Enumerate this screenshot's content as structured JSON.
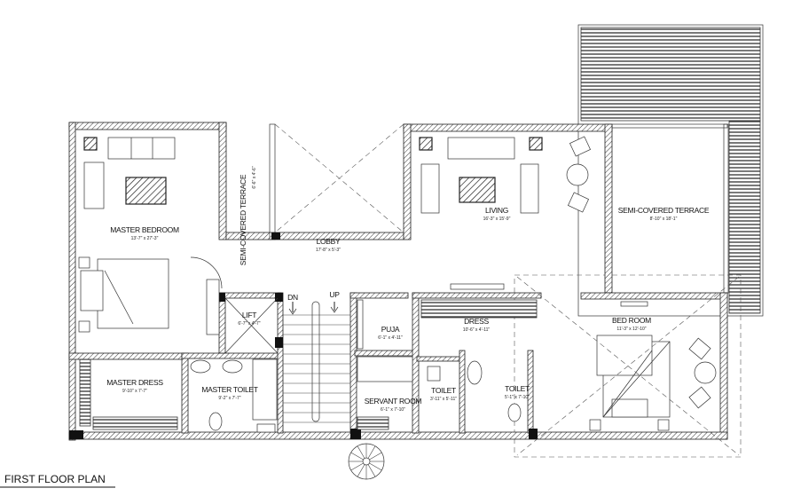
{
  "drawing": {
    "title": "FIRST FLOOR PLAN",
    "rooms": [
      {
        "name": "MASTER BEDROOM",
        "dim": "13'-7\" x 27'-3\""
      },
      {
        "name": "SEMI-COVERED TERRACE",
        "dim": "6'-6\" x 4'-6\""
      },
      {
        "name": "LOBBY",
        "dim": "17'-8\" x 5'-3\""
      },
      {
        "name": "LIVING",
        "dim": "16'-3\" x 15'-9\""
      },
      {
        "name": "SEMI-COVERED TERRACE",
        "dim": "8'-10\" x 18'-1\""
      },
      {
        "name": "LIFT",
        "dim": "6'-7\" x 4'-7\""
      },
      {
        "name": "PUJA",
        "dim": "6'-1\" x 4'-11\""
      },
      {
        "name": "DRESS",
        "dim": "10'-6\" x 4'-11\""
      },
      {
        "name": "BED ROOM",
        "dim": "11'-3\" x 12'-10\""
      },
      {
        "name": "MASTER DRESS",
        "dim": "9'-10\" x 7'-7\""
      },
      {
        "name": "MASTER TOILET",
        "dim": "9'-2\" x 7'-7\""
      },
      {
        "name": "SERVANT ROOM",
        "dim": "6'-1\" x 7'-10\""
      },
      {
        "name": "TOILET",
        "dim": "3'-11\" x 5'-11\""
      },
      {
        "name": "TOILET",
        "dim": "5'-1\" x 7'-10\""
      }
    ],
    "stair": {
      "down": "DN",
      "up": "UP"
    }
  }
}
